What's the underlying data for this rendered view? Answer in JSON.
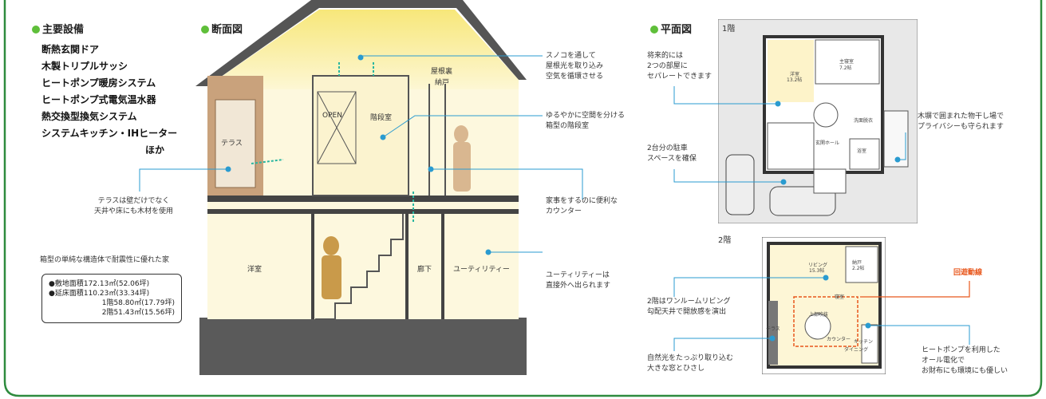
{
  "colors": {
    "frame": "#2e8b3e",
    "accent": "#5fbf3a",
    "leader": "#2a9bd0",
    "route": "#e8571c"
  },
  "equipment": {
    "title": "主要設備",
    "items": [
      "断熱玄関ドア",
      "木製トリプルサッシ",
      "ヒートポンプ暖房システム",
      "ヒートポンプ式電気温水器",
      "熱交換型換気システム",
      "システムキッチン・IHヒーター"
    ],
    "more": "ほか"
  },
  "terrace_note": {
    "line1": "テラスは壁だけでなく",
    "line2": "天井や床にも木材を使用"
  },
  "structure_note": "箱型の単純な構造体で耐震性に優れた家",
  "area": {
    "site": "●敷地面積172.13㎡(52.06坪)",
    "floor": "●延床面積110.23㎡(33.34坪)",
    "f1": "1階58.80㎡(17.79坪)",
    "f2": "2階51.43㎡(15.56坪)"
  },
  "section": {
    "title": "断面図",
    "rooms": {
      "terrace": "テラス",
      "open": "OPEN",
      "stairwell": "階段室",
      "attic1": "屋根裏",
      "attic2": "納戸",
      "western": "洋室",
      "hallway": "廊下",
      "utility": "ユーティリティー"
    },
    "notes": {
      "sunoko": [
        "スノコを通して",
        "屋根光を取り込み",
        "空気を循環させる"
      ],
      "box_stair": [
        "ゆるやかに空間を分ける",
        "箱型の階段室"
      ],
      "counter": [
        "家事をするのに便利な",
        "カウンター"
      ],
      "utility": [
        "ユーティリティーは",
        "直接外へ出られます"
      ]
    }
  },
  "plan": {
    "title": "平面図",
    "floor1": "1階",
    "floor2": "2階",
    "notes": {
      "separate": [
        "将来的には",
        "2つの部屋に",
        "セパレートできます"
      ],
      "drying": [
        "木塀で囲まれた物干し場で",
        "プライバシーも守られます"
      ],
      "parking": [
        "2台分の駐車",
        "スペースを確保"
      ],
      "living": [
        "2階はワンルームリビング",
        "勾配天井で開放感を演出"
      ],
      "window": [
        "自然光をたっぷり取り込む",
        "大きな窓とひさし"
      ],
      "heatpump": [
        "ヒートポンプを利用した",
        "オール電化で",
        "お財布にも環境にも優しい"
      ]
    },
    "route_label": "回遊動線",
    "f1_rooms": {
      "western": "洋室",
      "western_size": "13.2帖",
      "master": "主寝室",
      "master_size": "7.2帖",
      "entrance_hall": "玄関ホール",
      "bath": "浴室",
      "wash": "洗面脱衣"
    },
    "f2_rooms": {
      "living": "リビング",
      "living_size": "15.3帖",
      "storage": "納戸",
      "storage_size": "2.2帖",
      "fukinuke": "上部吹抜",
      "kitchen": "キッチン",
      "dining": "ダイニング",
      "terrace": "テラス",
      "counter": "カウンター",
      "room": "寝室"
    }
  }
}
